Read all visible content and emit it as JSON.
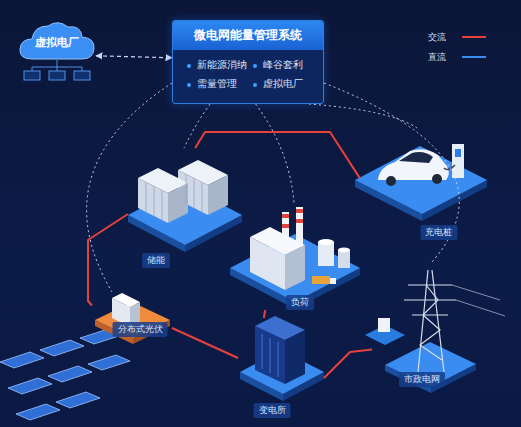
{
  "diagram": {
    "nodes": [
      {
        "text": [
          "虚拟电厂"
        ]
      },
      {
        "text": [
          "微电网能量管理系统",
          "新能源消纳",
          "峰谷套利",
          "需量管理",
          "虚拟电厂"
        ]
      },
      {
        "text": [
          "储能"
        ]
      },
      {
        "text": [
          "充电桩"
        ]
      },
      {
        "text": [
          "负荷"
        ]
      },
      {
        "text": [
          "分布式光伏"
        ]
      },
      {
        "text": [
          "变电所"
        ]
      },
      {
        "text": [
          "市政电网"
        ]
      }
    ],
    "edges": [
      {
        "from": 0,
        "to": 1,
        "arrow": "both"
      },
      {
        "from": 1,
        "to": 2,
        "arrow": "none"
      },
      {
        "from": 1,
        "to": 3,
        "arrow": "none"
      },
      {
        "from": 1,
        "to": 4,
        "arrow": "none"
      },
      {
        "from": 1,
        "to": 5,
        "arrow": "none"
      },
      {
        "from": 1,
        "to": 7,
        "arrow": "none"
      },
      {
        "from": 2,
        "to": 5,
        "arrow": "none"
      },
      {
        "from": 5,
        "to": 6,
        "arrow": "none"
      },
      {
        "from": 6,
        "to": 4,
        "arrow": "none"
      },
      {
        "from": 2,
        "to": 3,
        "arrow": "none"
      },
      {
        "from": 6,
        "to": 7,
        "arrow": "none"
      }
    ],
    "legend": [
      {
        "text": "交流"
      },
      {
        "text": "直流"
      }
    ]
  }
}
